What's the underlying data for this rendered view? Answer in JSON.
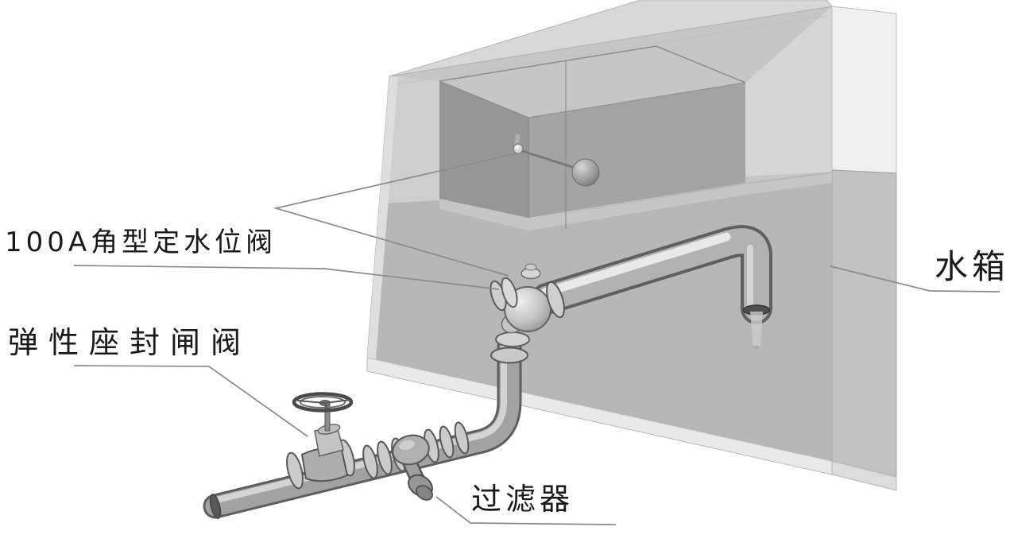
{
  "diagram": {
    "type": "3d-piping-installation-illustration",
    "background_color": "#ffffff",
    "leader_line_color": "#8a8a8a",
    "text_color": "#1a1a1a",
    "tank_gray": "#c6c6c6",
    "pipe_gray": "#a2a2a2",
    "labels": {
      "level_valve": "100A角型定水位阀",
      "gate_valve": "弹性座封闸阀",
      "tank": "水箱",
      "strainer": "过滤器"
    }
  }
}
